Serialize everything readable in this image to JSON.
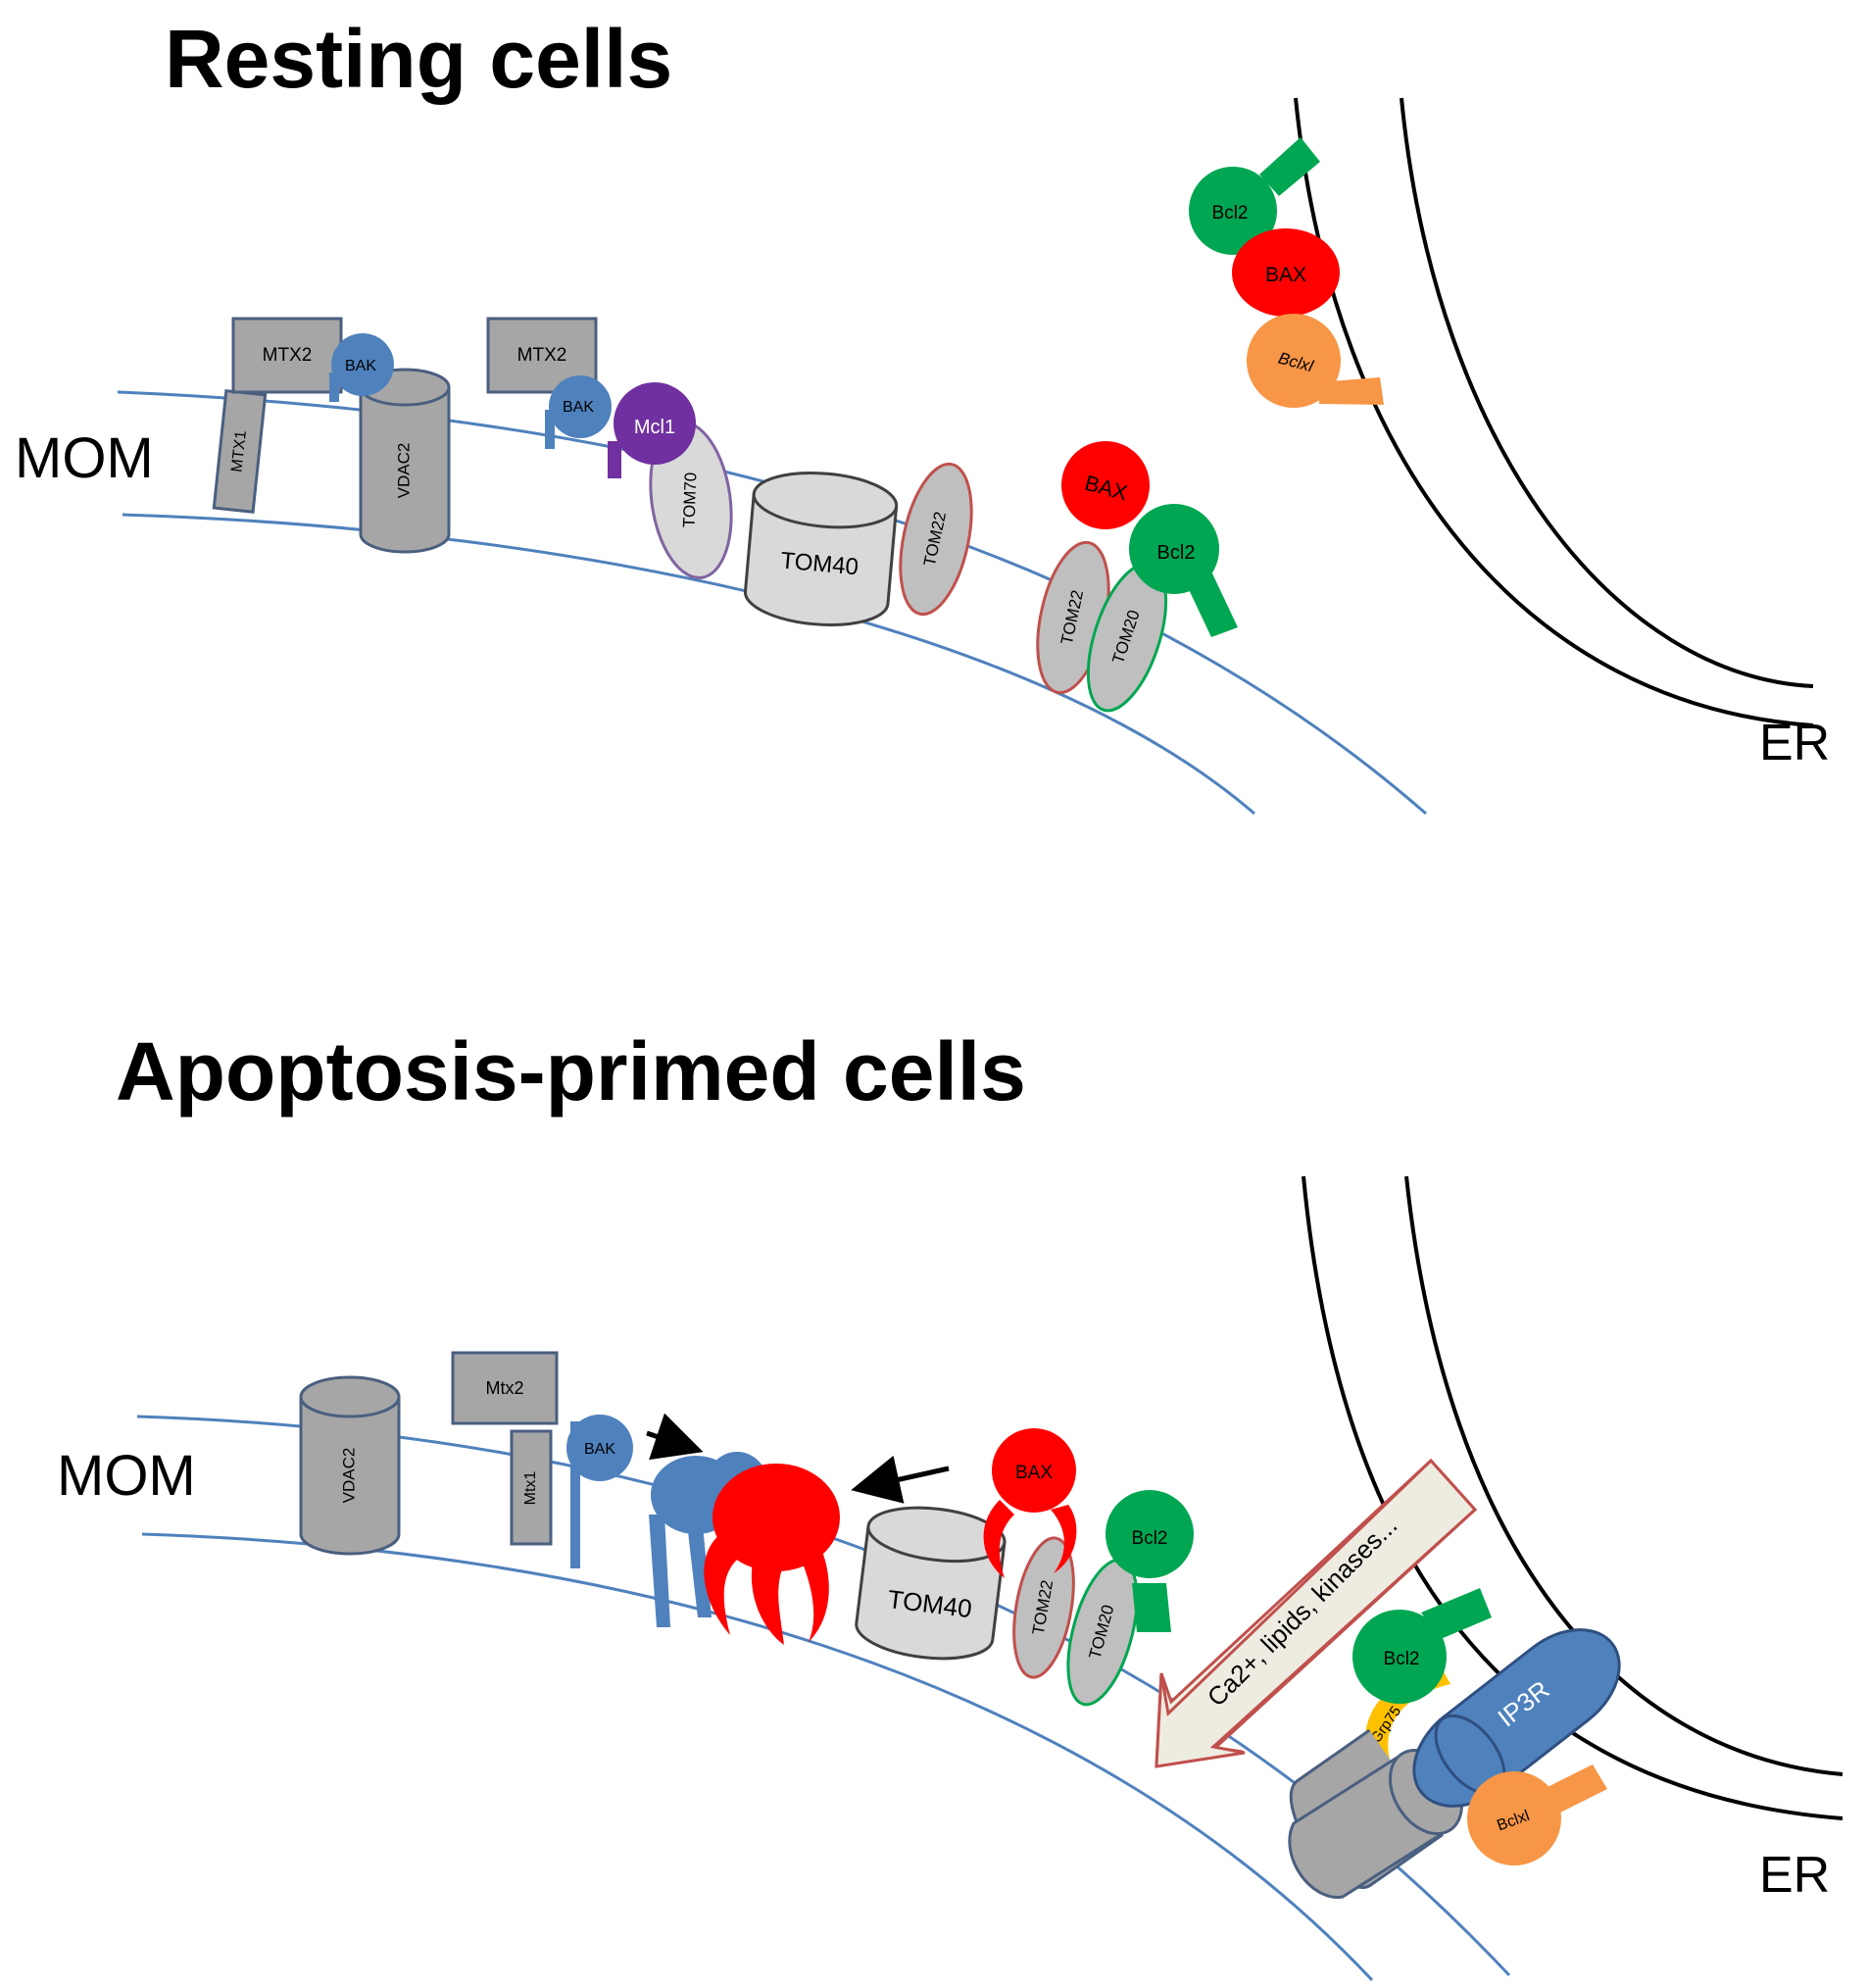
{
  "panels": {
    "resting": {
      "title": "Resting cells",
      "mom_label": "MOM",
      "er_label": "ER",
      "proteins": {
        "mtx2_a": "MTX2",
        "mtx1": "MTX1",
        "bak_a": "BAK",
        "vdac2": "VDAC2",
        "mtx2_b": "MTX2",
        "bak_b": "BAK",
        "mcl1": "Mcl1",
        "tom70": "TOM70",
        "tom40": "TOM40",
        "tom22_a": "TOM22",
        "bax_mom": "BAX",
        "bcl2_mom": "Bcl2",
        "tom22_b": "TOM22",
        "tom20": "TOM20",
        "bcl2_er": "Bcl2",
        "bax_er": "BAX",
        "bclxl_er": "Bclxl"
      }
    },
    "primed": {
      "title": "Apoptosis-primed cells",
      "mom_label": "MOM",
      "er_label": "ER",
      "proteins": {
        "vdac2": "VDAC2",
        "mtx2": "Mtx2",
        "mtx1": "Mtx1",
        "bak": "BAK",
        "bax": "BAX",
        "tom40": "TOM40",
        "tom22": "TOM22",
        "tom20": "TOM20",
        "bcl2_mom": "Bcl2",
        "bcl2_er": "Bcl2",
        "grp75": "Grp75",
        "ip3r": "IP3R",
        "bclxl": "Bclxl"
      },
      "arrow_label": "Ca2+, lipids, kinases..."
    }
  },
  "colors": {
    "membrane": "#4f81bd",
    "gray_protein": "#a6a6a6",
    "light_gray": "#d9d9d9",
    "bak_blue": "#4f81bd",
    "bax_red": "#ff0000",
    "bcl2_green": "#00a651",
    "bclxl_orange": "#f79646",
    "mcl1_purple": "#7030a0",
    "grp75_yellow": "#ffc000",
    "ip3r_blue": "#4f81bd"
  }
}
